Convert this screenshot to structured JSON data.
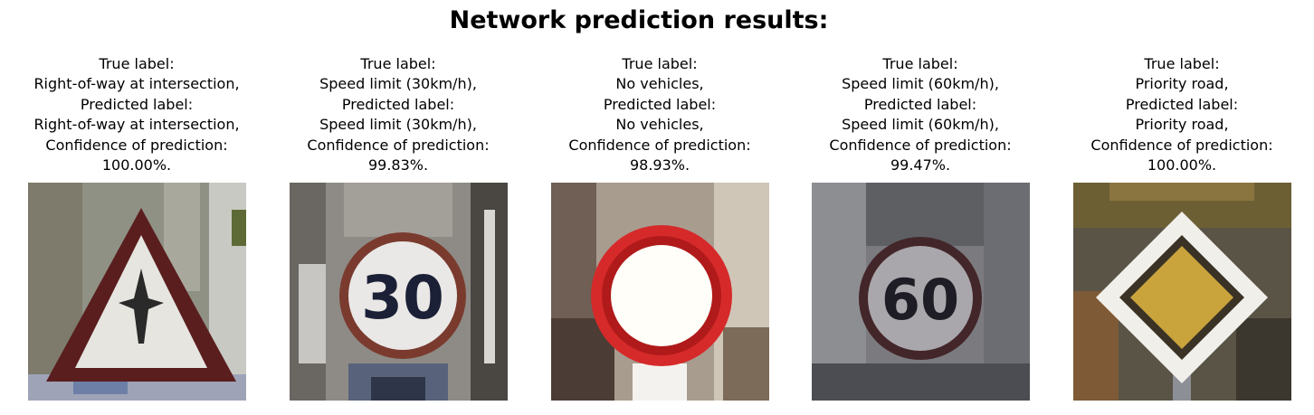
{
  "figure": {
    "title": "Network prediction results:"
  },
  "panels": [
    {
      "title_lines": [
        "True label:",
        "Right-of-way at intersection,",
        "Predicted label:",
        "Right-of-way at intersection,",
        "Confidence of prediction:",
        "100.00%."
      ],
      "true_label": "Right-of-way at intersection",
      "predicted_label": "Right-of-way at intersection",
      "confidence": "100.00%",
      "image": "warning-triangle-sign"
    },
    {
      "title_lines": [
        "True label:",
        "Speed limit (30km/h),",
        "Predicted label:",
        "Speed limit (30km/h),",
        "Confidence of prediction:",
        "99.83%."
      ],
      "true_label": "Speed limit (30km/h)",
      "predicted_label": "Speed limit (30km/h)",
      "confidence": "99.83%",
      "image": "speed-limit-30-sign"
    },
    {
      "title_lines": [
        "True label:",
        "No vehicles,",
        "Predicted label:",
        "No vehicles,",
        "Confidence of prediction:",
        "98.93%."
      ],
      "true_label": "No vehicles",
      "predicted_label": "No vehicles",
      "confidence": "98.93%",
      "image": "no-vehicles-sign"
    },
    {
      "title_lines": [
        "True label:",
        "Speed limit (60km/h),",
        "Predicted label:",
        "Speed limit (60km/h),",
        "Confidence of prediction:",
        "99.47%."
      ],
      "true_label": "Speed limit (60km/h)",
      "predicted_label": "Speed limit (60km/h)",
      "confidence": "99.47%",
      "image": "speed-limit-60-sign"
    },
    {
      "title_lines": [
        "True label:",
        "Priority road,",
        "Predicted label:",
        "Priority road,",
        "Confidence of prediction:",
        "100.00%."
      ],
      "true_label": "Priority road",
      "predicted_label": "Priority road",
      "confidence": "100.00%",
      "image": "priority-road-sign"
    }
  ],
  "sign_text": {
    "speed30": "30",
    "speed60": "60"
  }
}
